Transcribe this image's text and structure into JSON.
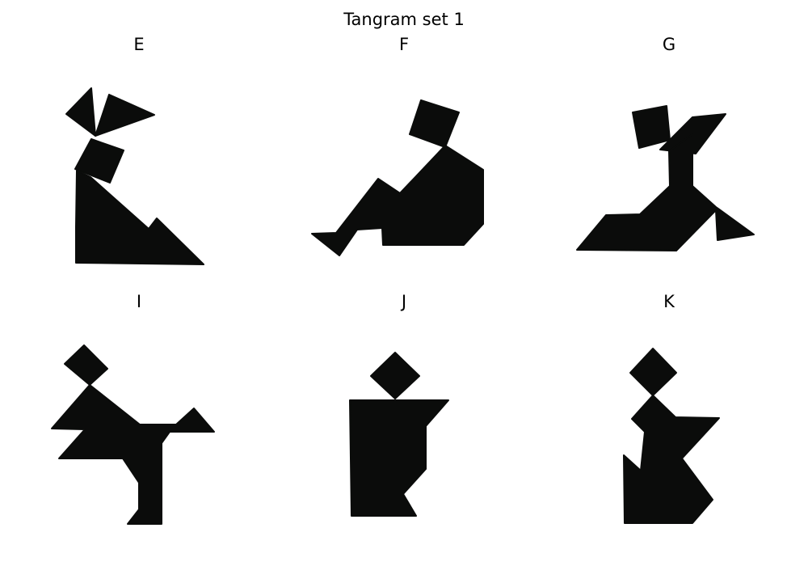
{
  "title": "Tangram set 1",
  "panels": [
    {
      "label": "E",
      "figure_color": "#0b0c0b"
    },
    {
      "label": "F",
      "figure_color": "#0b0c0b"
    },
    {
      "label": "G",
      "figure_color": "#0b0c0b"
    },
    {
      "label": "I",
      "figure_color": "#0b0c0b"
    },
    {
      "label": "J",
      "figure_color": "#0b0c0b"
    },
    {
      "label": "K",
      "figure_color": "#0b0c0b"
    }
  ],
  "background_color": "#ffffff"
}
